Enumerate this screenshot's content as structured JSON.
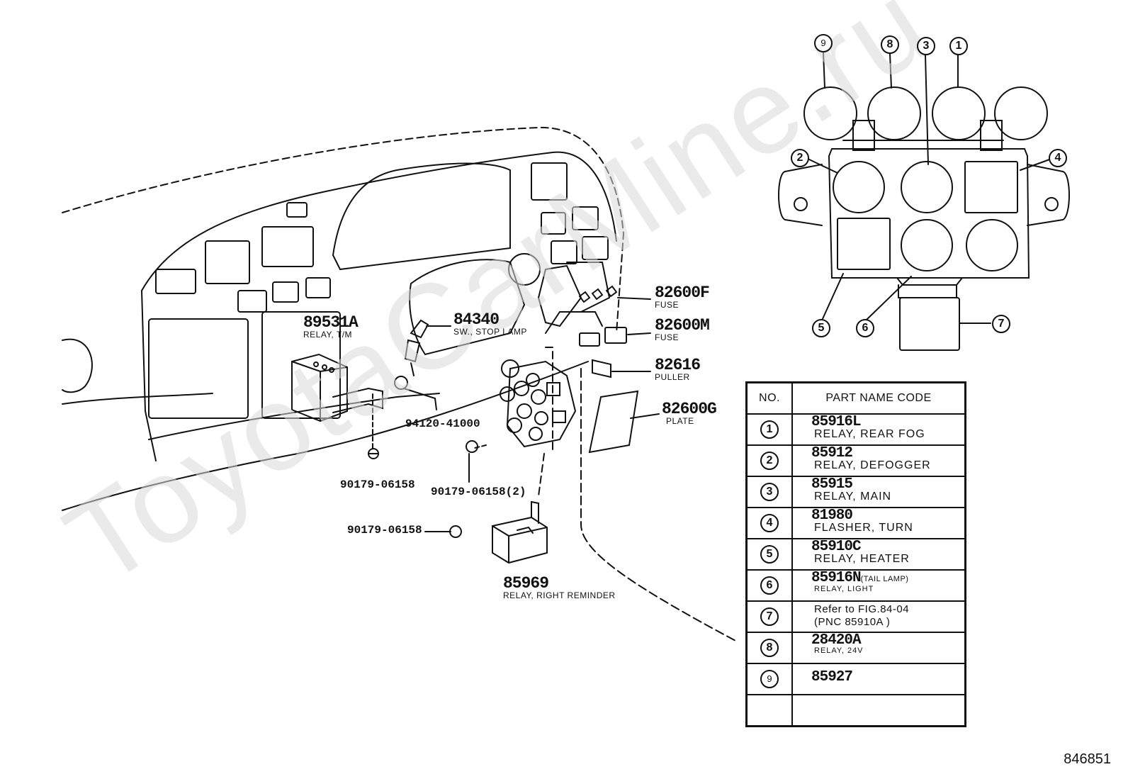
{
  "watermark": "ToyotaCarMine.ru",
  "figure_id": "846851",
  "labels": {
    "p82600F": {
      "code": "82600F",
      "name": "FUSE"
    },
    "p82600M": {
      "code": "82600M",
      "name": "FUSE"
    },
    "p82616": {
      "code": "82616",
      "name": "PULLER"
    },
    "p82600G": {
      "code": "82600G",
      "name": "PLATE"
    },
    "p84340": {
      "code": "84340",
      "name": "SW., STOP LAMP"
    },
    "p89531A": {
      "code": "89531A",
      "name": "RELAY, T/M"
    },
    "p85969": {
      "code": "85969",
      "name": "RELAY, RIGHT REMINDER"
    },
    "p94120": "94120-41000",
    "p90179a": "90179-06158",
    "p90179b": "90179-06158(2)",
    "p90179c": "90179-06158"
  },
  "callouts": [
    "9",
    "8",
    "3",
    "1",
    "2",
    "4",
    "5",
    "6",
    "7"
  ],
  "table": {
    "header_no": "NO.",
    "header_part": "PART NAME CODE",
    "rows": [
      {
        "no": "1",
        "code": "85916L",
        "desc": "RELAY, REAR FOG"
      },
      {
        "no": "2",
        "code": "85912",
        "desc": "RELAY, DEFOGGER"
      },
      {
        "no": "3",
        "code": "85915",
        "desc": "RELAY, MAIN"
      },
      {
        "no": "4",
        "code": "81980",
        "desc": "FLASHER, TURN"
      },
      {
        "no": "5",
        "code": "85910C",
        "desc": "RELAY, HEATER"
      },
      {
        "no": "6",
        "code": "85916N",
        "extra": "(TAIL LAMP)",
        "desc": "RELAY, LIGHT"
      },
      {
        "no": "7",
        "line1": "Refer to FIG.84-04",
        "line2": "(PNC 85910A  )"
      },
      {
        "no": "8",
        "code": "28420A",
        "desc": "RELAY, 24V"
      },
      {
        "no": "9",
        "code": "85927"
      }
    ]
  }
}
